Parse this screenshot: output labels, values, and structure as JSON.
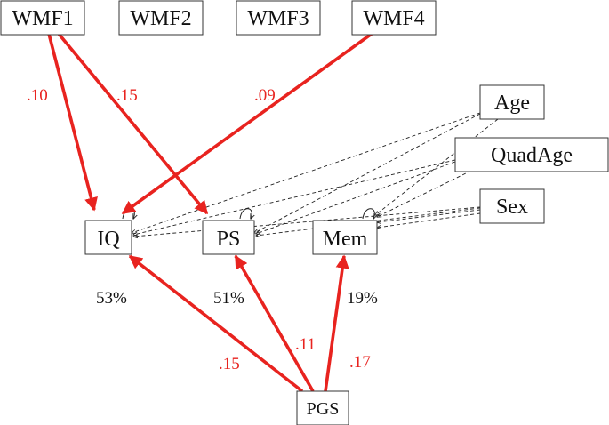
{
  "nodes": {
    "wmf1": "WMF1",
    "wmf2": "WMF2",
    "wmf3": "WMF3",
    "wmf4": "WMF4",
    "age": "Age",
    "quadage": "QuadAge",
    "sex": "Sex",
    "iq": "IQ",
    "ps": "PS",
    "mem": "Mem",
    "pgs": "PGS"
  },
  "paths": {
    "wmf1_iq": ".10",
    "wmf1_ps": ".15",
    "wmf4_iq": ".09",
    "pgs_iq": ".15",
    "pgs_ps": ".11",
    "pgs_mem": ".17"
  },
  "variance_explained": {
    "iq": "53%",
    "ps": "51%",
    "mem": "19%"
  },
  "colors": {
    "path": "#e8231f",
    "covariate": "#222222"
  }
}
